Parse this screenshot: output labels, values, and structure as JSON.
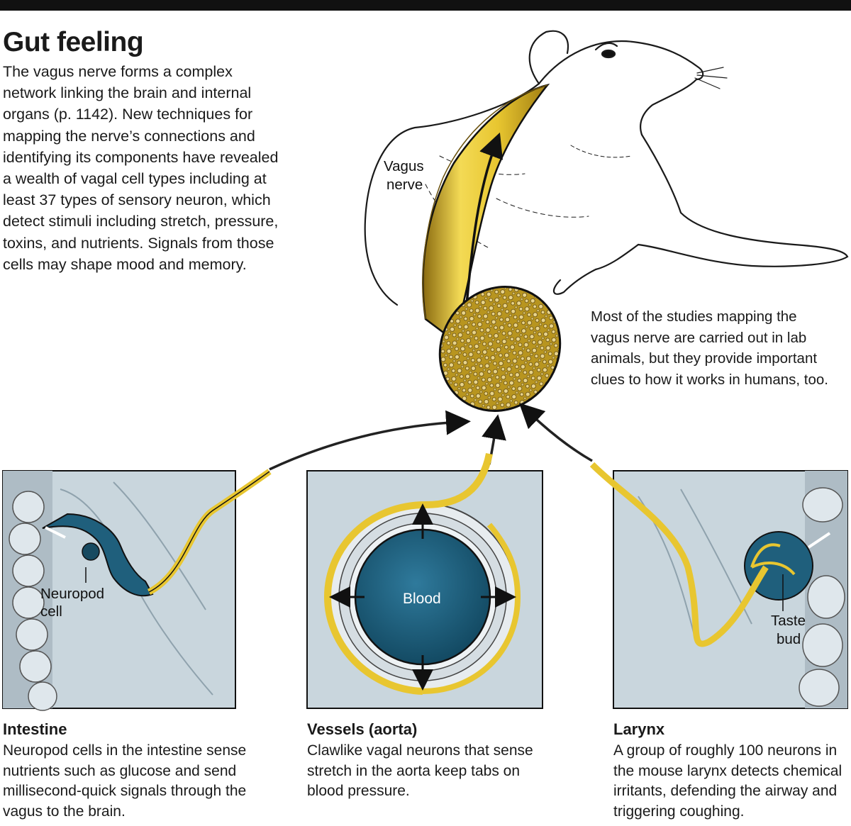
{
  "title": "Gut feeling",
  "intro": "The vagus nerve forms a complex network linking the brain and internal organs (p. 1142). New techniques for mapping the nerve’s connections and identifying its components have revealed a wealth of vagal cell types including at least 37 types of sensory neuron, which detect stimuli including stretch, pressure, toxins, and nutrients. Signals from those cells may shape mood and memory.",
  "vagus_label_line1": "Vagus",
  "vagus_label_line2": "nerve",
  "side_note": "Most of the studies mapping the vagus nerve are carried out in lab animals, but they provide important clues to how it works in humans, too.",
  "colors": {
    "nerve_yellow": "#e8c630",
    "tissue_blue": "#1f5f7c",
    "panel_gray": "#c9d6dd",
    "outline": "#111111"
  },
  "panels": [
    {
      "heading": "Intestine",
      "text": "Neuropod cells in the intestine sense nutrients such as glucose and send millisecond-quick signals through the vagus to the brain.",
      "label_line1": "Neuropod",
      "label_line2": "cell"
    },
    {
      "heading": "Vessels (aorta)",
      "text": "Clawlike vagal neurons that sense stretch in the aorta keep tabs on blood pressure.",
      "label_line1": "Blood"
    },
    {
      "heading": "Larynx",
      "text": "A group of roughly 100 neurons in the mouse larynx detects chemical irritants, defending the airway and triggering coughing.",
      "label_line1": "Taste",
      "label_line2": "bud"
    }
  ]
}
